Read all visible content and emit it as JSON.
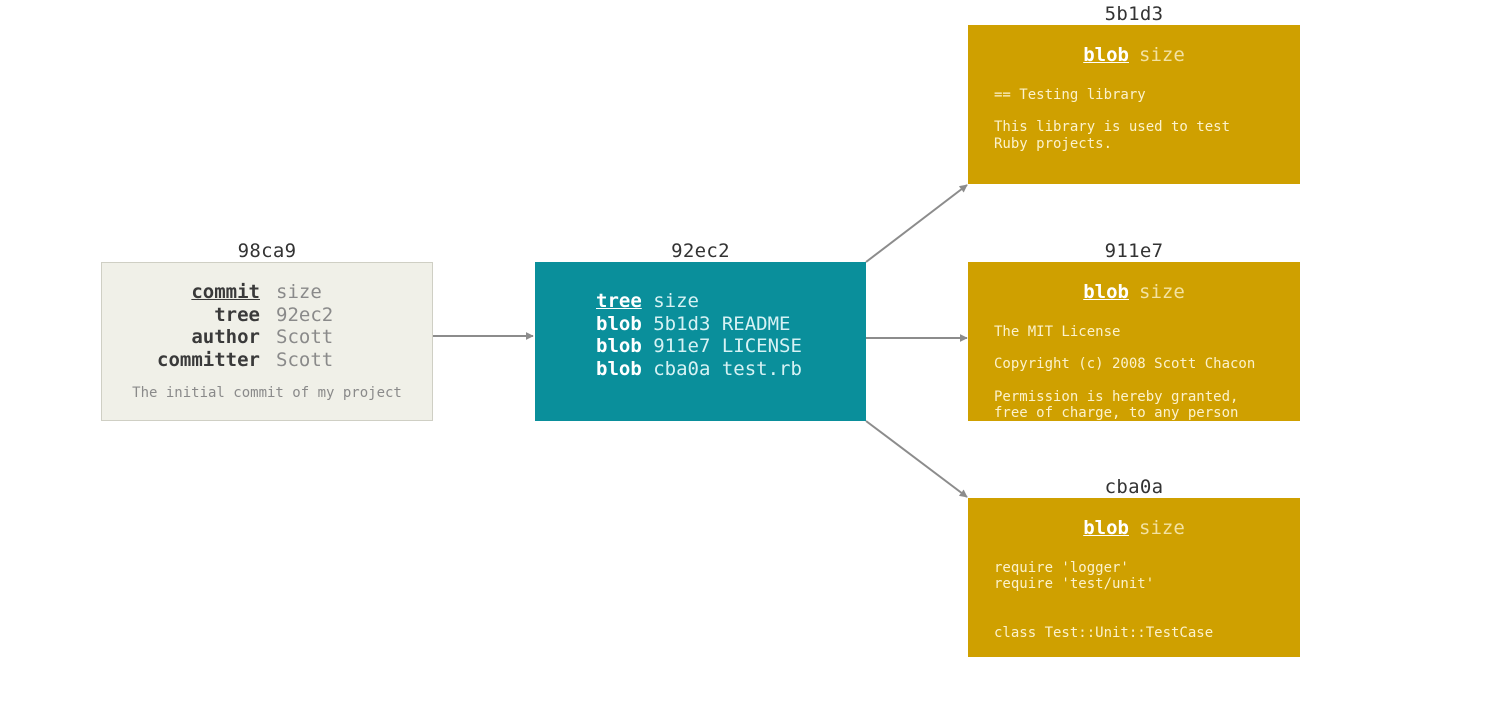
{
  "commit": {
    "hash": "98ca9",
    "rows": [
      {
        "key": "commit",
        "value": "size"
      },
      {
        "key": "tree",
        "value": "92ec2"
      },
      {
        "key": "author",
        "value": "Scott"
      },
      {
        "key": "committer",
        "value": "Scott"
      }
    ],
    "message": "The initial commit of my project"
  },
  "tree": {
    "hash": "92ec2",
    "rows": [
      {
        "key": "tree",
        "value": "size"
      },
      {
        "key": "blob",
        "value": "5b1d3 README"
      },
      {
        "key": "blob",
        "value": "911e7 LICENSE"
      },
      {
        "key": "blob",
        "value": "cba0a test.rb"
      }
    ]
  },
  "blobs": [
    {
      "hash": "5b1d3",
      "key": "blob",
      "size_label": "size",
      "lines": [
        "== Testing library",
        "",
        "This library is used to test",
        "Ruby projects."
      ]
    },
    {
      "hash": "911e7",
      "key": "blob",
      "size_label": "size",
      "lines": [
        "The MIT License",
        "",
        "Copyright (c) 2008 Scott Chacon",
        "",
        "Permission is hereby granted,",
        "free of charge, to any person"
      ]
    },
    {
      "hash": "cba0a",
      "key": "blob",
      "size_label": "size",
      "lines": [
        "require 'logger'",
        "require 'test/unit'",
        "",
        "",
        "class Test::Unit::TestCase"
      ]
    }
  ],
  "colors": {
    "commit_bg": "#f0f0e8",
    "tree_bg": "#0a8f9b",
    "blob_bg": "#cfa000",
    "arrow": "#8c8c8c"
  }
}
